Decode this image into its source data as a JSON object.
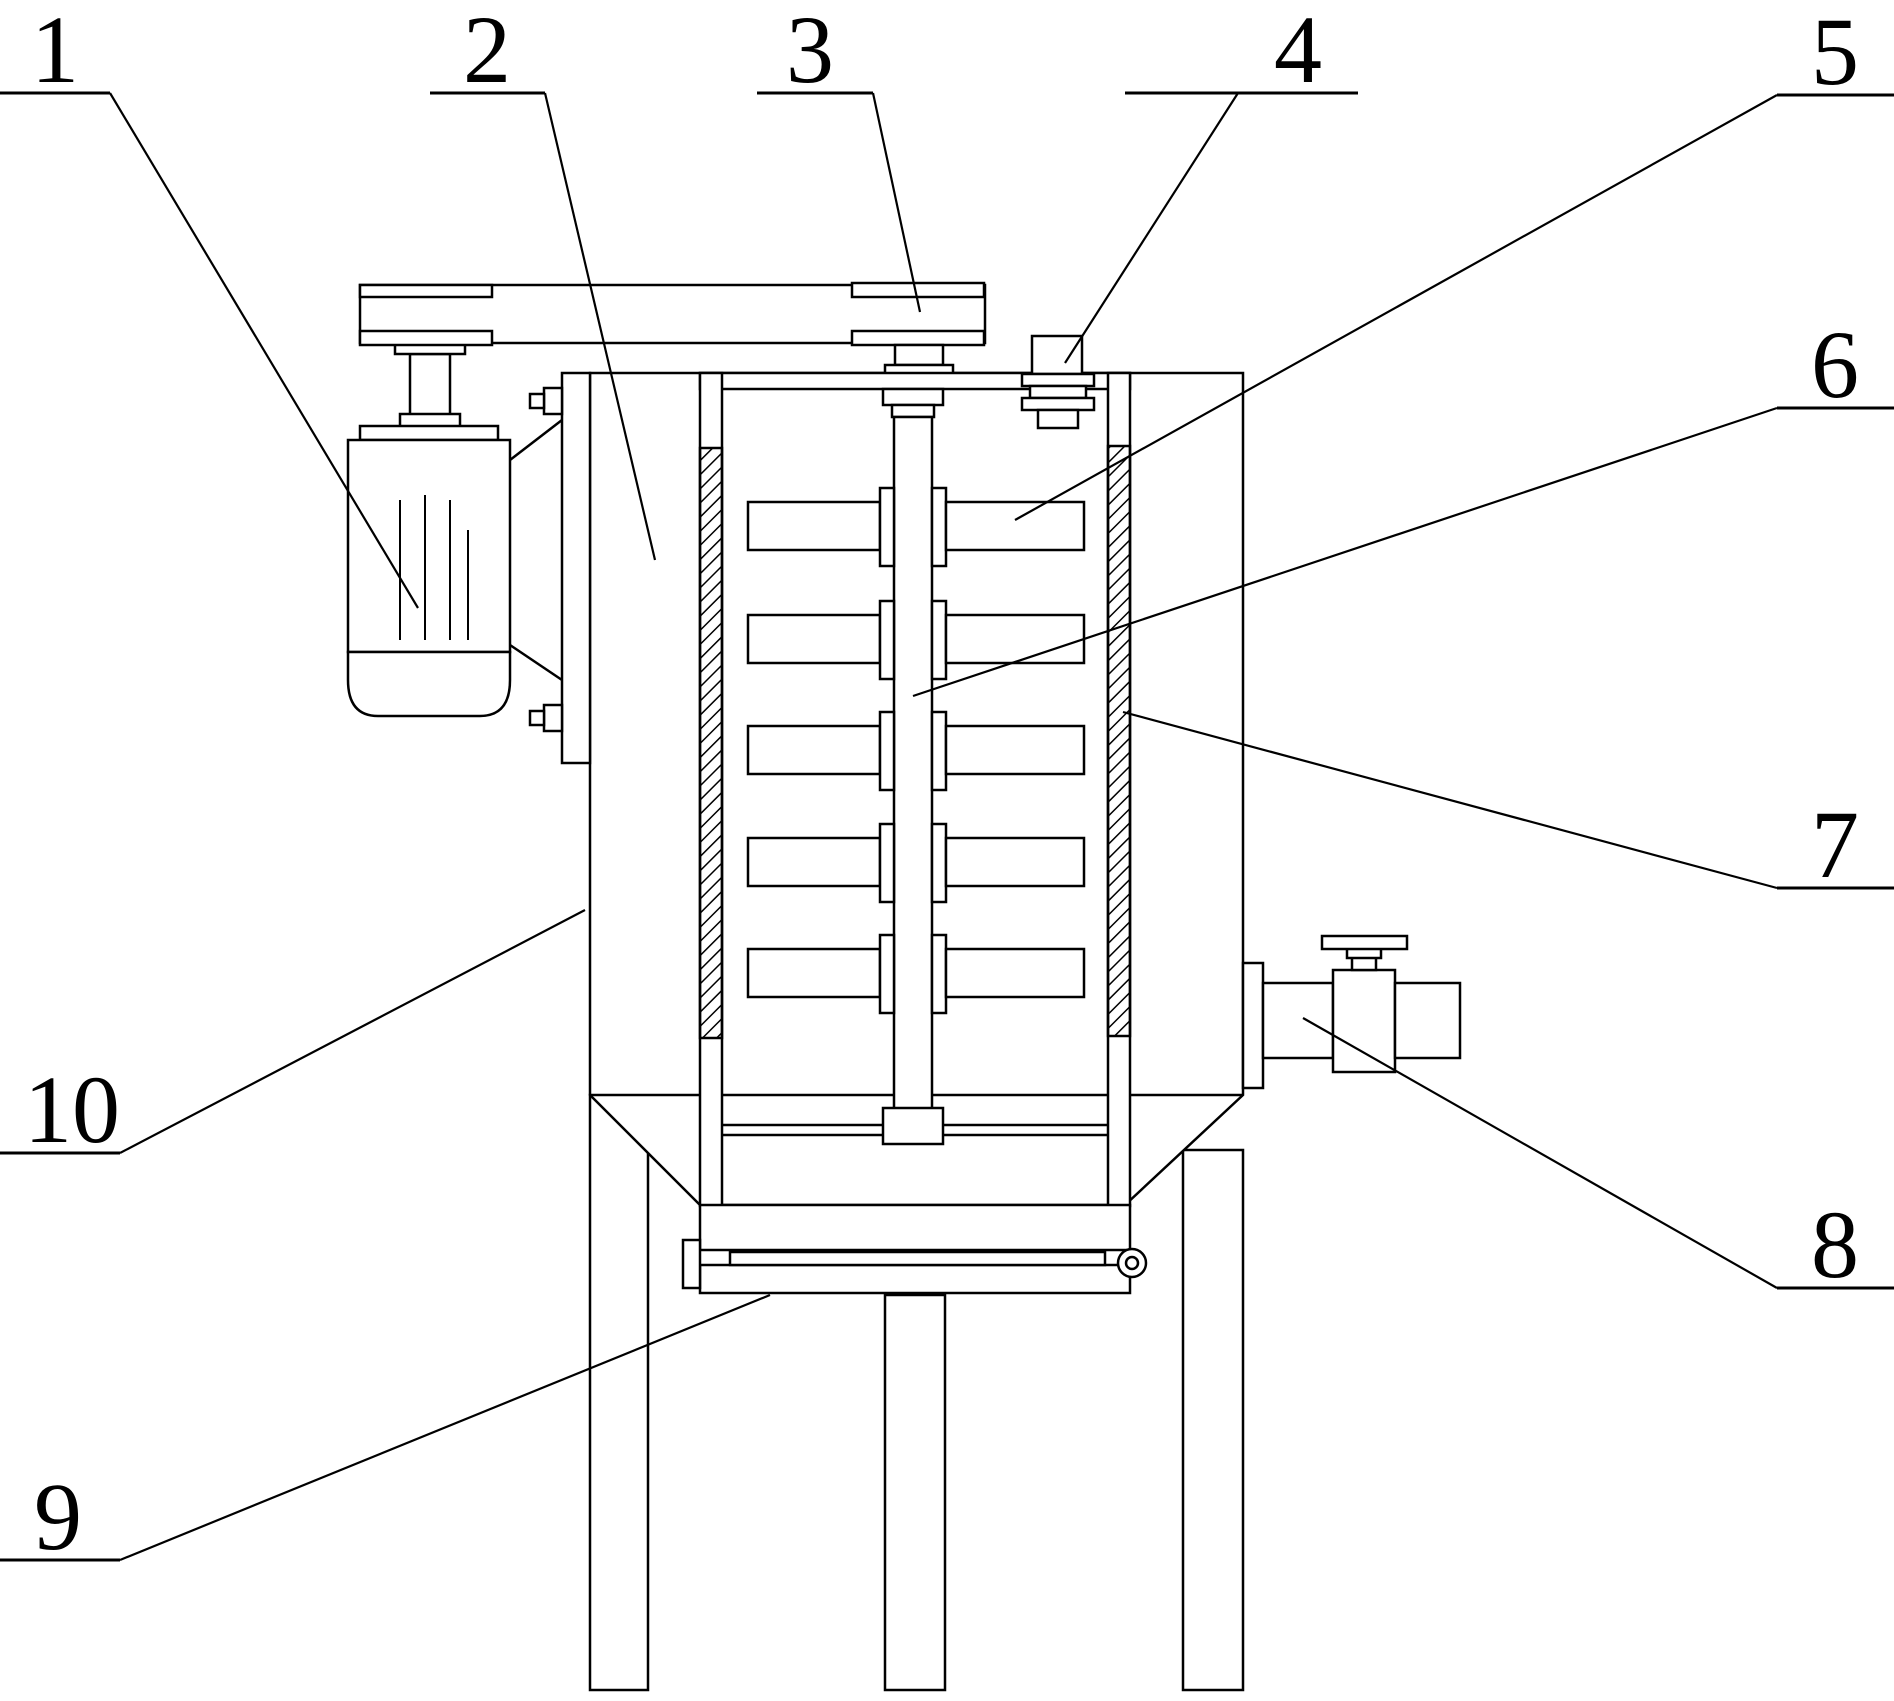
{
  "diagram": {
    "callouts": [
      {
        "id": "1",
        "label": "1"
      },
      {
        "id": "2",
        "label": "2"
      },
      {
        "id": "3",
        "label": "3"
      },
      {
        "id": "4",
        "label": "4"
      },
      {
        "id": "5",
        "label": "5"
      },
      {
        "id": "6",
        "label": "6"
      },
      {
        "id": "7",
        "label": "7"
      },
      {
        "id": "8",
        "label": "8"
      },
      {
        "id": "9",
        "label": "9"
      },
      {
        "id": "10",
        "label": "10"
      }
    ],
    "colors": {
      "stroke": "#000000",
      "background": "#ffffff",
      "hatch": "#000000"
    }
  }
}
